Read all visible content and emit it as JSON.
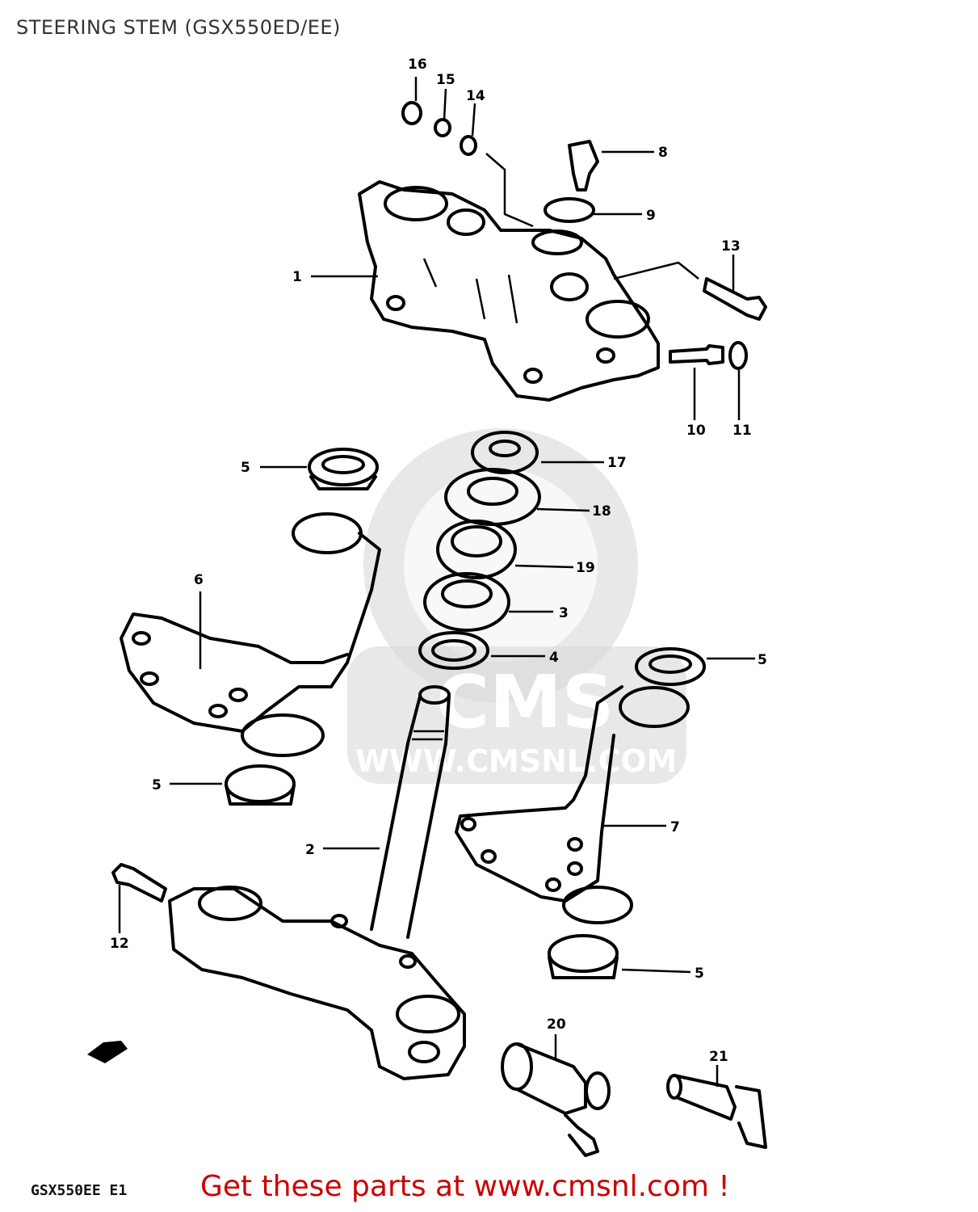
{
  "title": "STEERING STEM (GSX550ED/EE)",
  "watermark": {
    "text": "WWW.CMSNL.COM",
    "logo": "CMS"
  },
  "callouts": [
    "1",
    "2",
    "3",
    "4",
    "5",
    "5",
    "5",
    "5",
    "6",
    "7",
    "8",
    "9",
    "10",
    "11",
    "12",
    "13",
    "14",
    "15",
    "16",
    "17",
    "18",
    "19",
    "20",
    "21"
  ],
  "footer": {
    "code": "GSX550EE E1",
    "cta": "Get these parts at www.cmsnl.com !"
  },
  "colors": {
    "cta": "#cc0000",
    "title": "#333333",
    "watermark": "#d9d9d9"
  }
}
